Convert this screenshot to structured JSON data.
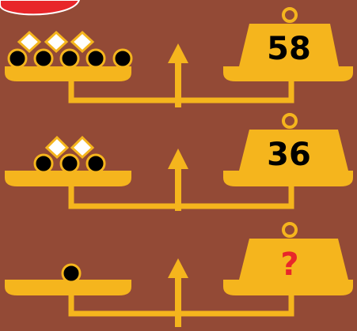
{
  "puzzle": {
    "scales": [
      {
        "left_pan": {
          "circles": 5,
          "diamonds": 3
        },
        "right_weight": {
          "value": "58"
        }
      },
      {
        "left_pan": {
          "circles": 3,
          "diamonds": 2
        },
        "right_weight": {
          "value": "36"
        }
      },
      {
        "left_pan": {
          "circles": 1,
          "diamonds": 0
        },
        "right_weight": {
          "value": "?"
        }
      }
    ]
  },
  "colors": {
    "background": "#934a36",
    "gold": "#f5b51d",
    "circle": "#000000",
    "diamond": "#ffffff",
    "number": "#000000",
    "question_mark": "#e8262a",
    "top_badge": "#e8262a"
  }
}
